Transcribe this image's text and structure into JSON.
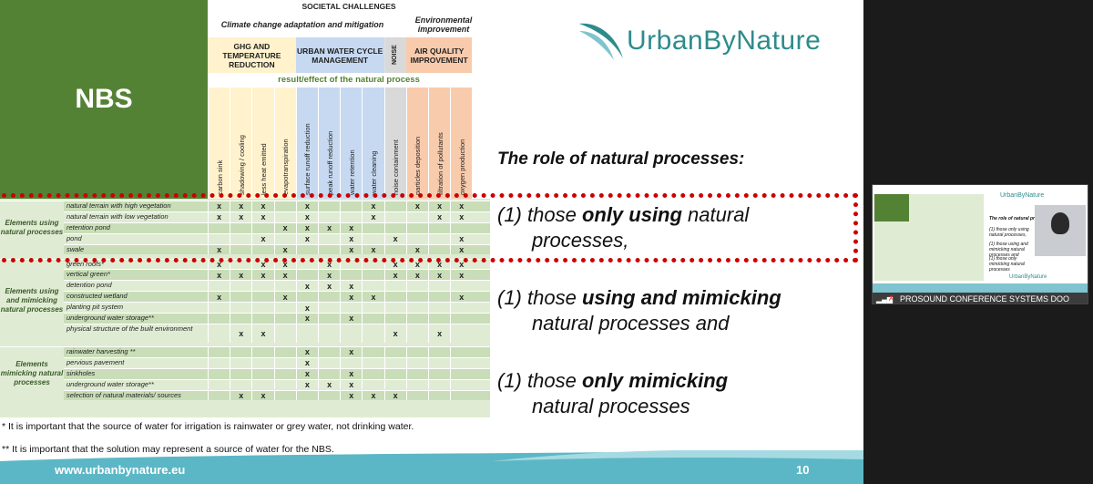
{
  "table": {
    "nbs_label": "NBS",
    "societal_challenges": "SOCIETAL CHALLENGES",
    "climate_header": "Climate change adaptation and mitigation",
    "environmental_header": "Environmental improvement",
    "groups": [
      {
        "label": "GHG AND TEMPERATURE REDUCTION",
        "color": "#fff2cc"
      },
      {
        "label": "URBAN WATER CYCLE MANAGEMENT",
        "color": "#c6d9f1"
      },
      {
        "label": "NOISE",
        "color": "#d9d9d9"
      },
      {
        "label": "AIR QUALITY IMPROVEMENT",
        "color": "#f8cbad"
      }
    ],
    "result_header": "result/effect of the natural process",
    "columns": [
      "carbon sink",
      "shadowing / cooling",
      "less heat emitted",
      "evapotranspiration",
      "surface runoff reduction",
      "peak runoff reduction",
      "water retention",
      "water cleaning",
      "noise containment",
      "particles deposition",
      "filtration of pollutants",
      "oxygen production"
    ],
    "sections": [
      {
        "label": "Elements using natural processes",
        "rows": [
          {
            "name": "natural terrain with high vegetation",
            "marks": "xxx"
          },
          {
            "name": "natural terrain with low vegetation"
          },
          {
            "name": "retention pond"
          },
          {
            "name": "pond"
          },
          {
            "name": "swale"
          }
        ]
      },
      {
        "label": "Elements using and mimicking natural processes",
        "rows": [
          {
            "name": "green roofs*"
          },
          {
            "name": "vertical green*"
          },
          {
            "name": "detention pond"
          },
          {
            "name": "constructed wetland"
          },
          {
            "name": "planting pit system"
          },
          {
            "name": "underground water storage**"
          },
          {
            "name": "physical structure of the built environment"
          }
        ]
      },
      {
        "label": "Elements mimicking natural processes",
        "rows": [
          {
            "name": "rainwater harvesting **"
          },
          {
            "name": "pervious pavement"
          },
          {
            "name": "sinkholes"
          },
          {
            "name": "underground water storage**"
          },
          {
            "name": "selection of natural materials/ sources"
          }
        ]
      }
    ],
    "matrix": [
      "xxx.x..x.xxx",
      "xxx.x..x..xx",
      "...xxxx.....",
      "..x.x.x.x..x",
      "x..x..xx.x.x",
      "x.xx.x..xxxx",
      "xxxx.x..xxxx",
      "....xxx.....",
      "x..x..xx...x",
      "....x.......",
      "....x.x.....",
      ".xx.....x.x.",
      "....x.x.....",
      "....x.......",
      "....x.x.....",
      "....xxx.....",
      ".xx...xxx..."
    ]
  },
  "notes": {
    "note1": "* It is important that the source of water for irrigation is rainwater or grey water, not drinking water.",
    "note2": "** It is important that the solution may represent a source of water for the NBS."
  },
  "logo": {
    "text": "UrbanByNature",
    "color": "#2e8b8b"
  },
  "role_title": "The role of natural processes:",
  "processes": [
    {
      "prefix": "(1) those ",
      "bold": "only using",
      "suffix": " natural",
      "line2": "processes,"
    },
    {
      "prefix": "(1) those ",
      "bold": "using and mimicking",
      "suffix": "",
      "line2": "natural processes and"
    },
    {
      "prefix": "(1) those ",
      "bold": "only mimicking",
      "suffix": "",
      "line2": "natural processes"
    }
  ],
  "footer": {
    "url": "www.urbanbynature.eu",
    "page": "10",
    "color": "#5bb7c6"
  },
  "thumbnail": {
    "logo": "UrbanByNature",
    "title": "The role of natural processes:",
    "lines": [
      "(1) those only using natural processes,",
      "(1) those using and mimicking natural processes and",
      "(1) those only mimicking natural processes"
    ],
    "bar_text": "PROSOUND CONFERENCE SYSTEMS DOO",
    "footer_logo": "UrbanByNature"
  }
}
